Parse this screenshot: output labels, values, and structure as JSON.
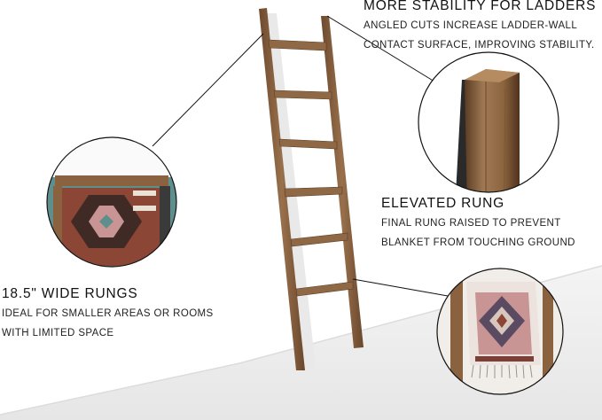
{
  "callouts": {
    "stability": {
      "heading": "MORE STABILITY FOR LADDERS",
      "lines": [
        "ANGLED CUTS INCREASE LADDER-WALL",
        "CONTACT SURFACE, IMPROVING STABILITY."
      ]
    },
    "rung": {
      "heading": "ELEVATED RUNG",
      "lines": [
        "FINAL RUNG RAISED TO PREVENT",
        "BLANKET FROM TOUCHING GROUND"
      ]
    },
    "width": {
      "heading": "18.5\" WIDE RUNGS",
      "lines": [
        "IDEAL FOR SMALLER AREAS OR ROOMS",
        "WITH LIMITED SPACE"
      ]
    }
  },
  "colors": {
    "wood": "#8a6240",
    "wood_dark": "#5e3f26",
    "wall": "#ffffff",
    "floor": "#ececec",
    "blanket_rust": "#8c4636",
    "blanket_teal": "#5f8f8c",
    "blanket_pink": "#c99494"
  },
  "icons": {
    "top_circle": "ladder-top-closeup",
    "left_circle": "blanket-on-rung-closeup",
    "bottom_circle": "blanket-hanging-closeup"
  }
}
